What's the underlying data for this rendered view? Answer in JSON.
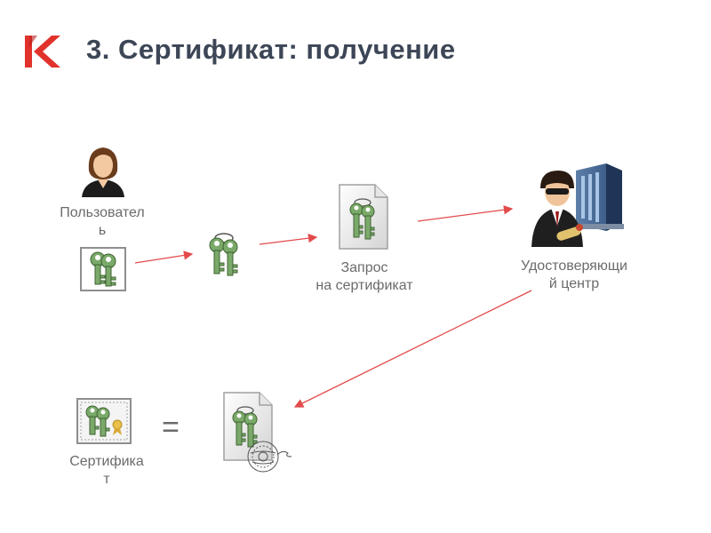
{
  "slide": {
    "title": "3. Сертификат: получение",
    "logo_icon": "k-logo-icon",
    "accent_color": "#e1322c"
  },
  "nodes": {
    "user": {
      "label_line1": "Пользовател",
      "label_line2": "ь",
      "icon": "woman-user-icon"
    },
    "request": {
      "label_line1": "Запрос",
      "label_line2": "на сертификат",
      "icon": "document-with-keys-icon"
    },
    "ca": {
      "label_line1": "Удостоверяющи",
      "label_line2": "й центр",
      "icon": "official-with-server-icon"
    },
    "certificate": {
      "label_line1": "Сертифика",
      "label_line2": "т",
      "icon": "certificate-icon"
    }
  },
  "equals_sign": "=",
  "arrow_color": "#e34b4b",
  "key_color": "#7aa96a"
}
